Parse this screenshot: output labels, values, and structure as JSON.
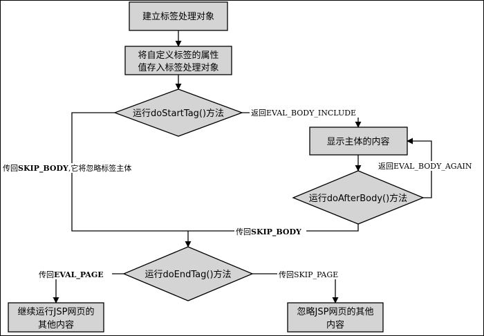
{
  "nodes": {
    "create_handler": "建立标签处理对象",
    "set_attrs_line1": "将自定义标签的属性",
    "set_attrs_line2": "值存入标签处理对象",
    "do_start_tag": "运行doStartTag()方法",
    "show_body": "显示主体的内容",
    "do_after_body": "运行doAfterBody()方法",
    "do_end_tag": "运行doEndTag()方法",
    "continue_line1": "继续运行JSP网页的",
    "continue_line2": "其他内容",
    "skip_line1": "忽略JSP网页的其他",
    "skip_line2": "内容"
  },
  "edges": {
    "eval_body_include": "返回EVAL_BODY_INCLUDE",
    "eval_body_again": "返回EVAL_BODY_AGAIN",
    "skip_body_left_prefix": "传回",
    "skip_body_left_bold": "SKIP_BODY",
    "skip_body_left_suffix": ",它将忽略标签主体",
    "skip_body_bottom_prefix": "传回",
    "skip_body_bottom_bold": "SKIP_BODY",
    "eval_page_prefix": "传回",
    "eval_page_bold": "EVAL_PAGE",
    "skip_page": "传回SKIP_PAGE"
  },
  "colors": {
    "box_fill": "#d4d4d4",
    "line": "#000000"
  }
}
